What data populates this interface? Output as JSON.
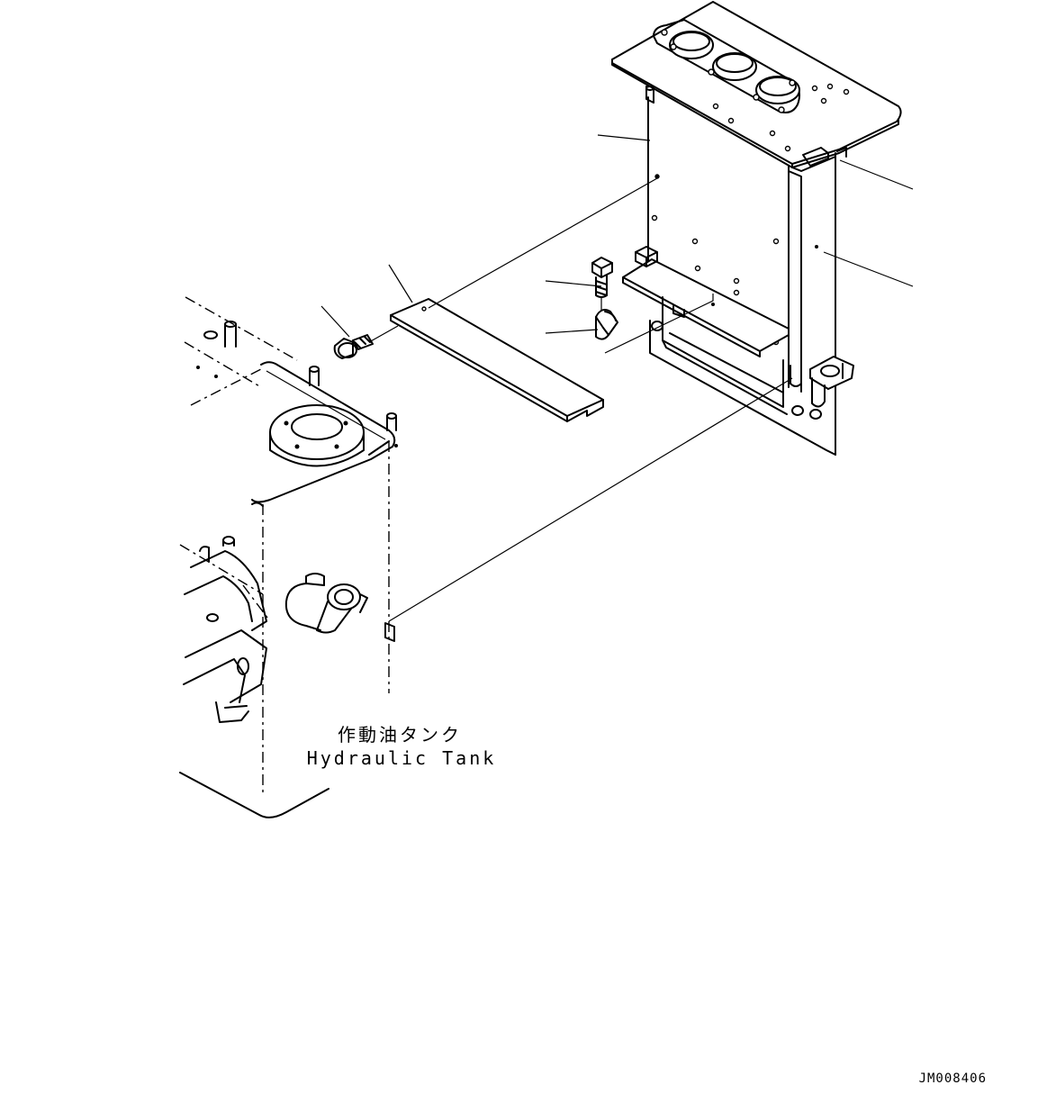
{
  "labels": {
    "tank_jp": "作動油タンク",
    "tank_en": "Hydraulic Tank",
    "drawing_code": "JM008406"
  }
}
